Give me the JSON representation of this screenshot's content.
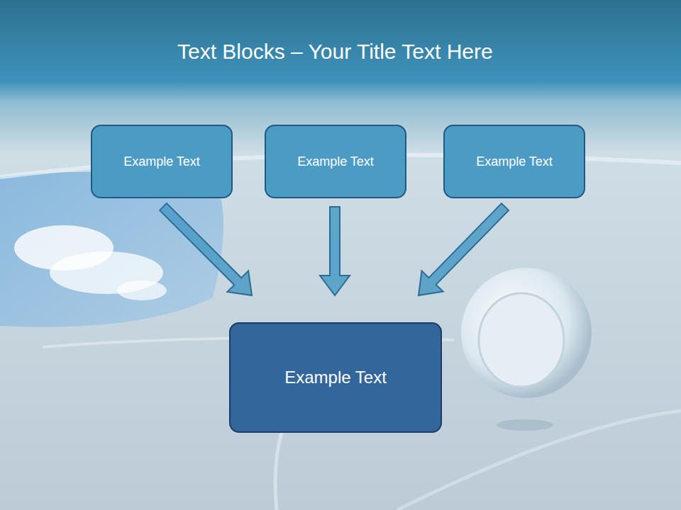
{
  "diagram": {
    "title": "Text Blocks – Your Title Text Here",
    "nodes": [
      {
        "text": [
          "Example Text"
        ]
      },
      {
        "text": [
          "Example Text"
        ]
      },
      {
        "text": [
          "Example Text"
        ]
      },
      {
        "text": [
          "Example Text"
        ]
      }
    ],
    "edges": [
      {
        "from": 0,
        "to": 3,
        "arrow": "to"
      },
      {
        "from": 1,
        "to": 3,
        "arrow": "to"
      },
      {
        "from": 2,
        "to": 3,
        "arrow": "to"
      }
    ]
  }
}
